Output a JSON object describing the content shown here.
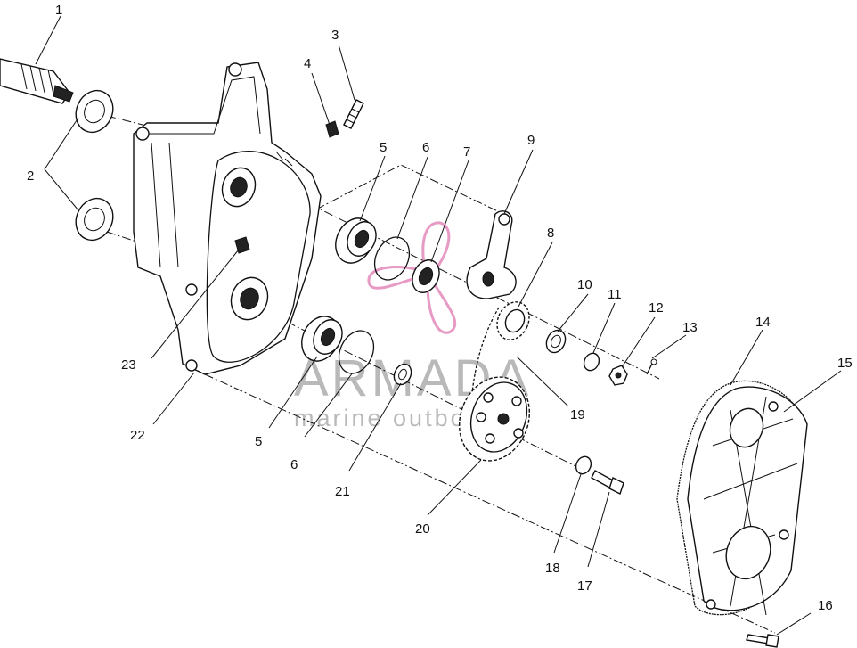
{
  "callouts": [
    {
      "id": "c1",
      "label": "1"
    },
    {
      "id": "c2",
      "label": "2"
    },
    {
      "id": "c3",
      "label": "3"
    },
    {
      "id": "c4",
      "label": "4"
    },
    {
      "id": "c5a",
      "label": "5"
    },
    {
      "id": "c6a",
      "label": "6"
    },
    {
      "id": "c7",
      "label": "7"
    },
    {
      "id": "c9",
      "label": "9"
    },
    {
      "id": "c8",
      "label": "8"
    },
    {
      "id": "c10",
      "label": "10"
    },
    {
      "id": "c11",
      "label": "11"
    },
    {
      "id": "c12",
      "label": "12"
    },
    {
      "id": "c13",
      "label": "13"
    },
    {
      "id": "c14",
      "label": "14"
    },
    {
      "id": "c15",
      "label": "15"
    },
    {
      "id": "c19",
      "label": "19"
    },
    {
      "id": "c23",
      "label": "23"
    },
    {
      "id": "c22",
      "label": "22"
    },
    {
      "id": "c5b",
      "label": "5"
    },
    {
      "id": "c6b",
      "label": "6"
    },
    {
      "id": "c21",
      "label": "21"
    },
    {
      "id": "c20",
      "label": "20"
    },
    {
      "id": "c18",
      "label": "18"
    },
    {
      "id": "c17",
      "label": "17"
    },
    {
      "id": "c16",
      "label": "16"
    }
  ],
  "watermark": {
    "brand": "ARMADA",
    "tagline": "marine outboards",
    "logo_color": "#e79ac4",
    "text_color": "#b9b9b9"
  }
}
